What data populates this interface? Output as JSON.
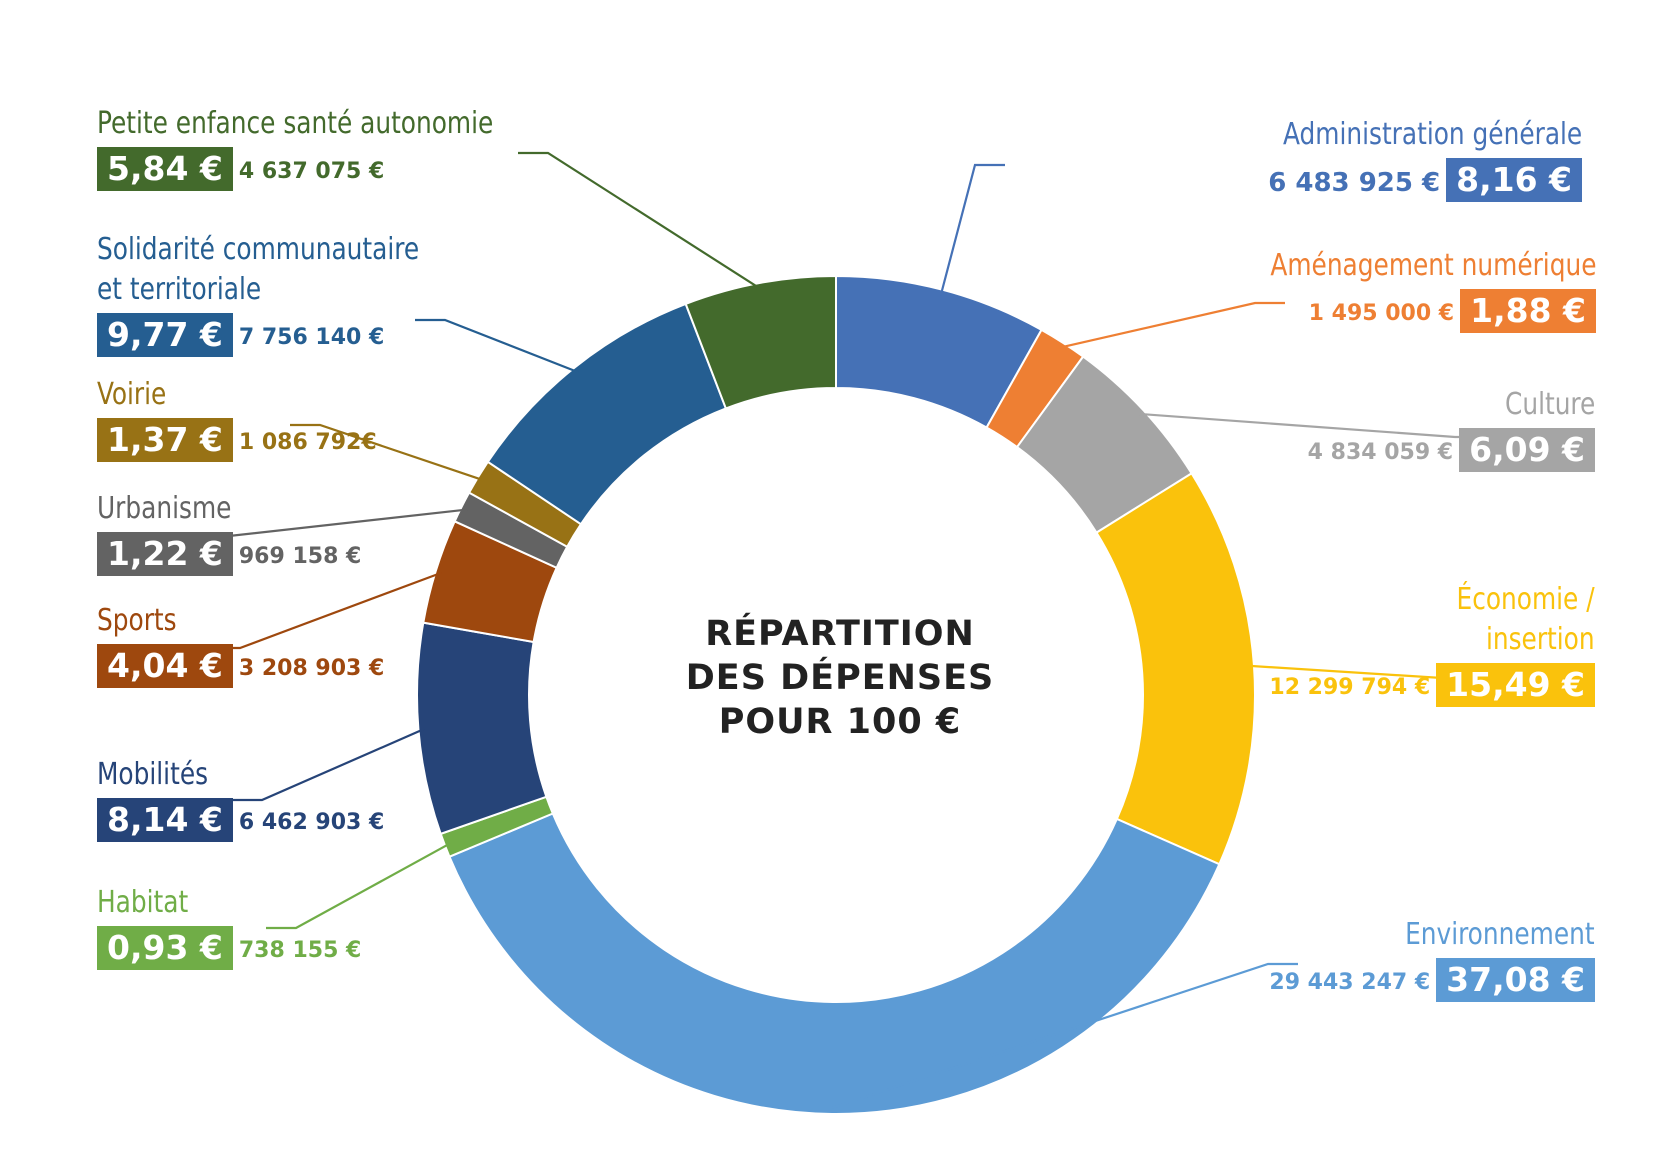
{
  "chart_data": {
    "type": "pie",
    "style": "donut",
    "title_lines": [
      "RÉPARTITION",
      "DES DÉPENSES",
      "POUR 100 €"
    ],
    "slices": [
      {
        "name": "Administration générale",
        "per100": "8,16 €",
        "value": 8.16,
        "amount": "6 483 925 €",
        "color": "#4571b6"
      },
      {
        "name": "Aménagement numérique",
        "per100": "1,88 €",
        "value": 1.88,
        "amount": "1 495 000 €",
        "color": "#ee7f33"
      },
      {
        "name": "Culture",
        "per100": "6,09 €",
        "value": 6.09,
        "amount": "4 834 059 €",
        "color": "#a5a5a5"
      },
      {
        "name": "Économie / insertion",
        "name_lines": [
          "Économie /",
          "insertion"
        ],
        "per100": "15,49 €",
        "value": 15.49,
        "amount": "12 299 794 €",
        "color": "#fac20c"
      },
      {
        "name": "Environnement",
        "per100": "37,08 €",
        "value": 37.08,
        "amount": "29 443 247 €",
        "color": "#5c9bd5"
      },
      {
        "name": "Habitat",
        "per100": "0,93 €",
        "value": 0.93,
        "amount": "738 155 €",
        "color": "#70ad47"
      },
      {
        "name": "Mobilités",
        "per100": "8,14 €",
        "value": 8.14,
        "amount": "6 462 903 €",
        "color": "#264478"
      },
      {
        "name": "Sports",
        "per100": "4,04 €",
        "value": 4.04,
        "amount": "3 208 903 €",
        "color": "#9e480e"
      },
      {
        "name": "Urbanisme",
        "per100": "1,22 €",
        "value": 1.22,
        "amount": "969 158 €",
        "color": "#636363"
      },
      {
        "name": "Voirie",
        "per100": "1,37 €",
        "value": 1.37,
        "amount": "1 086 792€",
        "color": "#987215"
      },
      {
        "name": "Solidarité communautaire et territoriale",
        "name_lines": [
          "Solidarité communautaire",
          "et territoriale"
        ],
        "per100": "9,77 €",
        "value": 9.77,
        "amount": "7 756 140 €",
        "color": "#255e91"
      },
      {
        "name": "Petite enfance santé autonomie",
        "per100": "5,84 €",
        "value": 5.84,
        "amount": "4 637 075 €",
        "color": "#436a2c"
      }
    ]
  }
}
